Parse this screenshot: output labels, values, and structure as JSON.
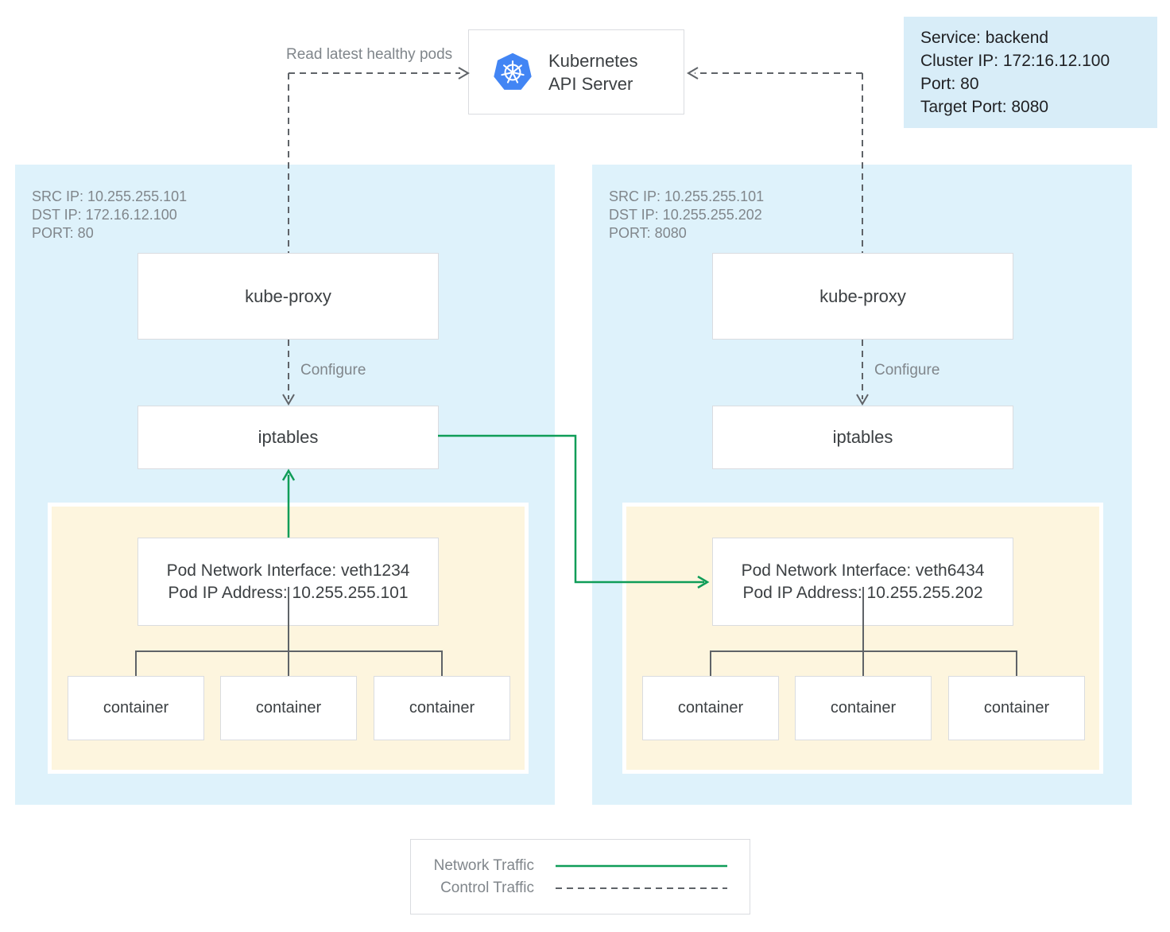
{
  "api_server": {
    "name_line1": "Kubernetes",
    "name_line2": "API Server",
    "logo": "kubernetes-helm-logo"
  },
  "service_info": {
    "lines": [
      "Service: backend",
      "Cluster IP: 172:16.12.100",
      "Port: 80",
      "Target Port: 8080"
    ]
  },
  "edge_labels": {
    "read_latest_healthy_pods": "Read latest healthy pods",
    "configure_left": "Configure",
    "configure_right": "Configure"
  },
  "nodes": [
    {
      "meta_lines": [
        "SRC IP: 10.255.255.101",
        "DST IP: 172.16.12.100",
        "PORT: 80"
      ],
      "kube_proxy_label": "kube-proxy",
      "iptables_label": "iptables",
      "pod": {
        "interface_line": "Pod Network Interface: veth1234",
        "ip_line": "Pod IP Address: 10.255.255.101",
        "containers": [
          "container",
          "container",
          "container"
        ]
      }
    },
    {
      "meta_lines": [
        "SRC IP: 10.255.255.101",
        "DST IP: 10.255.255.202",
        "PORT: 8080"
      ],
      "kube_proxy_label": "kube-proxy",
      "iptables_label": "iptables",
      "pod": {
        "interface_line": "Pod Network Interface: veth6434",
        "ip_line": "Pod IP Address: 10.255.255.202",
        "containers": [
          "container",
          "container",
          "container"
        ]
      }
    }
  ],
  "legend": {
    "network_traffic": "Network Traffic",
    "control_traffic": "Control Traffic"
  },
  "colors": {
    "network_traffic_green": "#0f9d58",
    "control_traffic_gray": "#5f6368",
    "node_background": "#def2fb",
    "pod_background": "#fdf5de",
    "service_box_background": "#d8edf8",
    "kubernetes_blue": "#4285f4"
  }
}
